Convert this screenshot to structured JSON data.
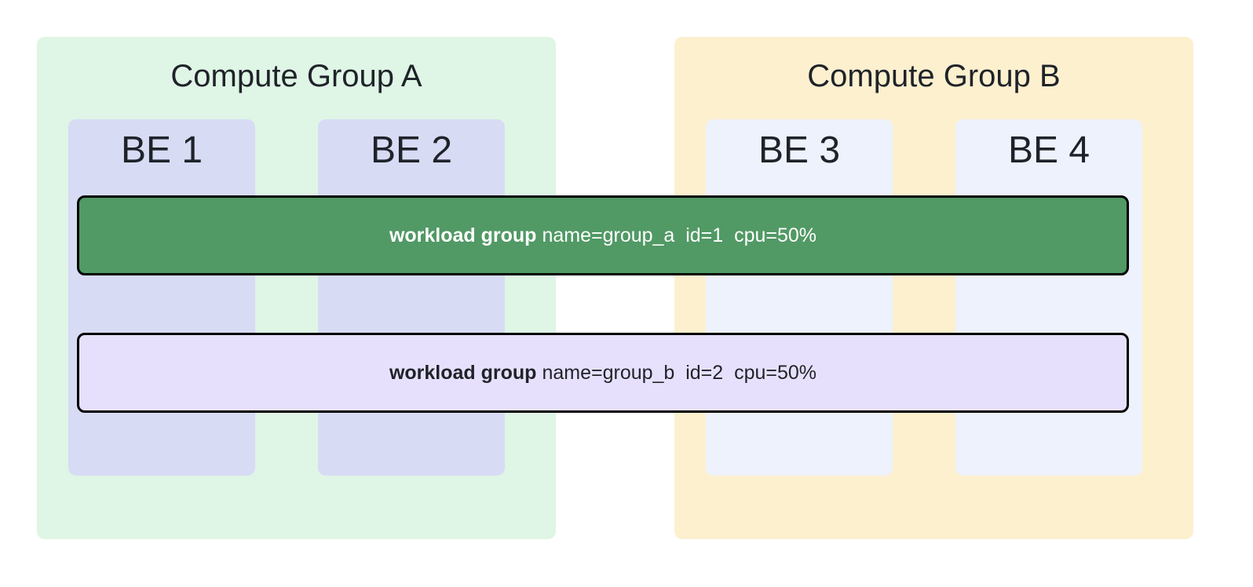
{
  "compute_groups": [
    {
      "title": "Compute Group A",
      "color": "#dff5e6",
      "be_color": "#d7dbf4",
      "backends": [
        "BE 1",
        "BE 2"
      ]
    },
    {
      "title": "Compute Group B",
      "color": "#fdf0cf",
      "be_color": "#eef2fc",
      "backends": [
        "BE 3",
        "BE 4"
      ]
    }
  ],
  "workload_groups": [
    {
      "label": "workload group",
      "details": "name=group_a  id=1  cpu=50%",
      "fill": "#519965",
      "text_color": "#ffffff"
    },
    {
      "label": "workload group",
      "details": "name=group_b  id=2  cpu=50%",
      "fill": "#e7e0fc",
      "text_color": "#1f2329"
    }
  ]
}
